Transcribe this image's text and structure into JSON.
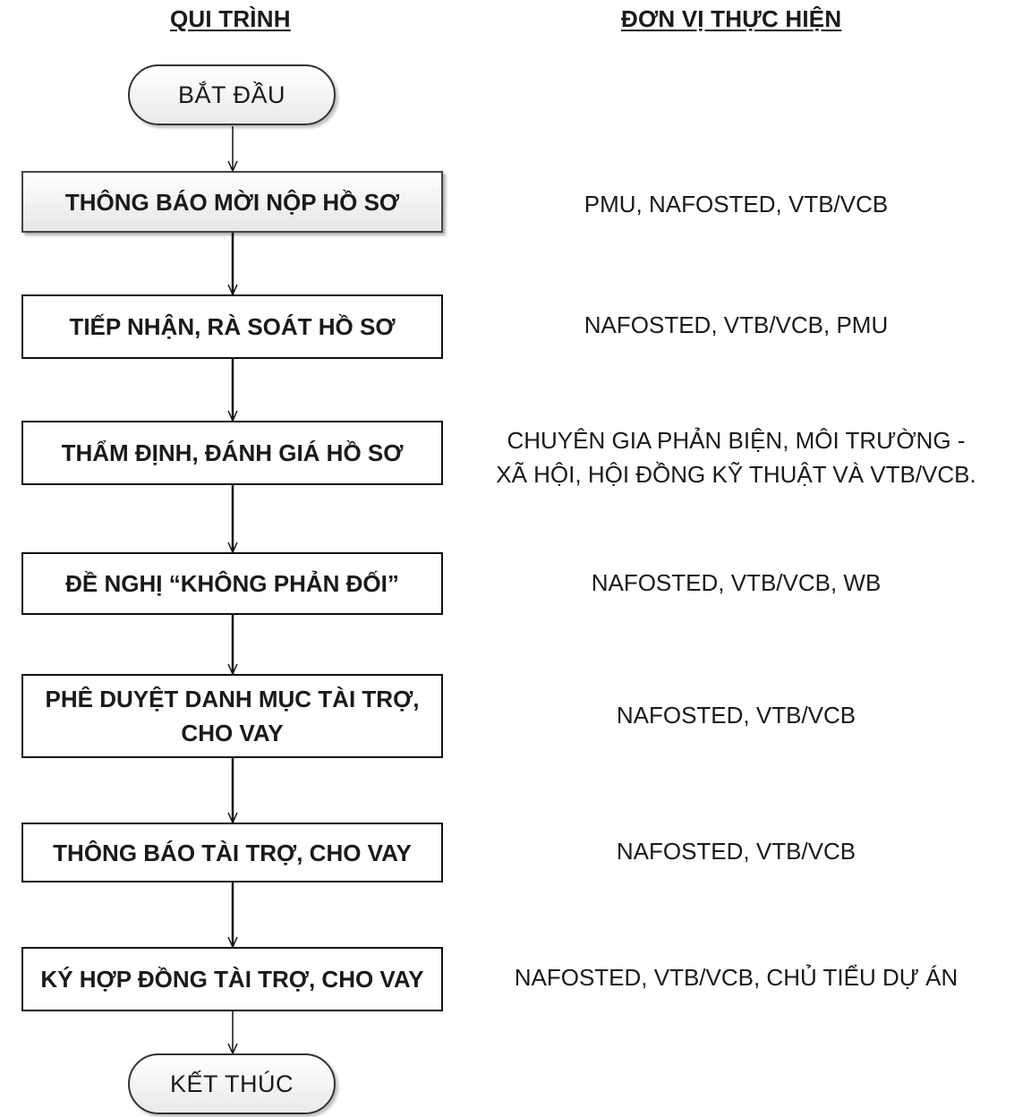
{
  "headers": {
    "process": "QUI TRÌNH",
    "unit": "ĐƠN VỊ THỰC HIỆN"
  },
  "start": "BẮT ĐẦU",
  "end": "KẾT THÚC",
  "steps": [
    {
      "label": "THÔNG BÁO MỜI NỘP HỒ SƠ",
      "unit": "PMU, NAFOSTED, VTB/VCB"
    },
    {
      "label": "TIẾP NHẬN, RÀ SOÁT HỒ SƠ",
      "unit": "NAFOSTED, VTB/VCB, PMU"
    },
    {
      "label": "THẨM ĐỊNH, ĐÁNH GIÁ HỒ SƠ",
      "unit_line1": "CHUYÊN GIA PHẢN BIỆN,  MÔI TRƯỜNG -",
      "unit_line2": "XÃ HỘI, HỘI ĐỒNG KỸ THUẬT VÀ VTB/VCB."
    },
    {
      "label": "ĐỀ NGHỊ “KHÔNG PHẢN ĐỐI”",
      "unit": "NAFOSTED, VTB/VCB, WB"
    },
    {
      "label_line1": "PHÊ DUYỆT DANH MỤC TÀI TRỢ,",
      "label_line2": "CHO VAY",
      "unit": "NAFOSTED, VTB/VCB"
    },
    {
      "label": "THÔNG BÁO TÀI TRỢ, CHO VAY",
      "unit": "NAFOSTED, VTB/VCB"
    },
    {
      "label": "KÝ HỢP ĐỒNG TÀI TRỢ, CHO VAY",
      "unit": "NAFOSTED, VTB/VCB, CHỦ TIỂU DỰ ÁN"
    }
  ]
}
